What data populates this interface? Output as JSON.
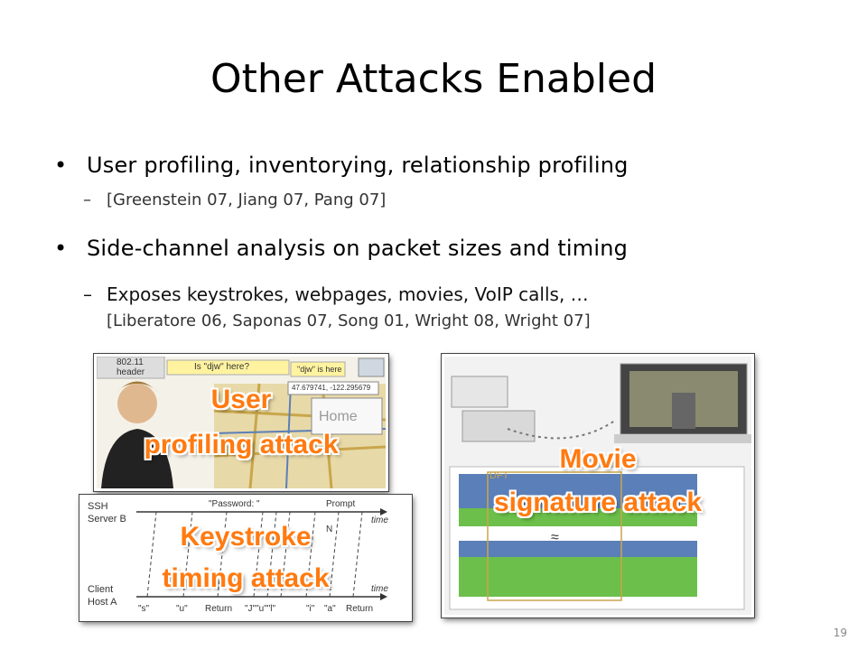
{
  "slide": {
    "title": "Other Attacks Enabled",
    "page_number": "19"
  },
  "bullets": [
    {
      "text": "User profiling, inventorying, relationship profiling",
      "sub": "[Greenstein 07, Jiang 07, Pang 07]"
    },
    {
      "text": "Side-channel analysis on packet sizes and timing",
      "sub": "Exposes keystrokes, webpages, movies, VoIP calls, …",
      "sub2": "[Liberatore 06, Saponas 07, Song 01, Wright 08, Wright 07]"
    }
  ],
  "panels": {
    "user_profiling": {
      "label_line1": "User",
      "label_line2": "profiling attack",
      "header_text": "802.11 header",
      "query_text": "Is \"djw\" here?",
      "reply_text": "\"djw\" is here",
      "coords_text": "47.679741, -122.295679",
      "home_text": "Home"
    },
    "movie_signature": {
      "label_line1": "Movie",
      "label_line2": "signature attack",
      "dft_text": "DFT",
      "approx_symbol": "≈"
    },
    "keystroke_timing": {
      "label_line1": "Keystroke",
      "label_line2": "timing attack",
      "password_prompt": "\"Password: \"",
      "prompt_text": "Prompt",
      "ssh_label": "SSH",
      "server_label": "Server B",
      "client_label": "Client",
      "host_label": "Host A",
      "time_label": "time",
      "n_label": "N",
      "keys": [
        "\"s\"",
        "\"u\"",
        "Return",
        "\"J\"\"u\"\"l\"",
        "\"i\"",
        "\"a\"",
        "Return"
      ]
    }
  },
  "colors": {
    "label_orange": "#ff7a10",
    "plot_green": "#6cbf4a",
    "plot_blue": "#5b7fb8",
    "map_tan": "#e8d9a8"
  }
}
